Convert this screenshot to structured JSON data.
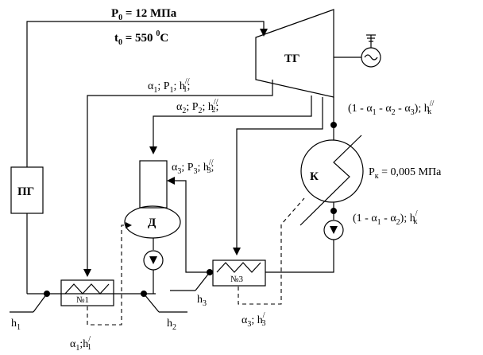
{
  "turbine_label": "ТГ",
  "steam_generator_label": "ПГ",
  "deaerator_label": "Д",
  "condenser_label": "К",
  "heater1_label": "№1",
  "heater3_label": "№3",
  "live_steam": {
    "p_main": "P",
    "p_sub": "0",
    "p_value": " = 12 МПа",
    "t_main": "t",
    "t_sub": "0",
    "t_value": " = 550 ",
    "t_sup": "0",
    "t_unit": "C"
  },
  "extraction1": {
    "a": "α",
    "a_sub": "1",
    "p": "; P",
    "p_sub": "1",
    "h": "; h",
    "h_sup": "//",
    "h_sub": "1",
    "end": ";"
  },
  "extraction2": {
    "a": "α",
    "a_sub": "2",
    "p": "; P",
    "p_sub": "2",
    "h": "; h",
    "h_sup": "//",
    "h_sub": "2",
    "end": ";"
  },
  "extraction3": {
    "a": "α",
    "a_sub": "3",
    "p": "; P",
    "p_sub": "3",
    "h": "; h",
    "h_sup": "//",
    "h_sub": "3",
    "end": ";"
  },
  "condenser_inflow": {
    "text": "(1 - α",
    "s1": "1",
    "t2": " - α",
    "s2": "2",
    "t3": " - α",
    "s3": "3",
    "t4": "); h",
    "h_sup": "//",
    "h_sub": "к"
  },
  "condenser_pressure": {
    "main": "P",
    "sub": "к",
    "value": " = 0,005 МПа"
  },
  "condenser_outflow": {
    "text": "(1 - α",
    "s1": "1",
    "t2": " - α",
    "s2": "2",
    "t3": "); h",
    "h_sup": "/",
    "h_sub": "к"
  },
  "h1": {
    "main": "h",
    "sub": "1"
  },
  "h2": {
    "main": "h",
    "sub": "2"
  },
  "h3": {
    "main": "h",
    "sub": "3"
  },
  "drain1": {
    "a": "α",
    "a_sub": "1",
    "h": ";h",
    "h_sup": "/",
    "h_sub": "1"
  },
  "drain3": {
    "a": "α",
    "a_sub": "3",
    "h": "; h",
    "h_sup": "/",
    "h_sub": "3"
  }
}
